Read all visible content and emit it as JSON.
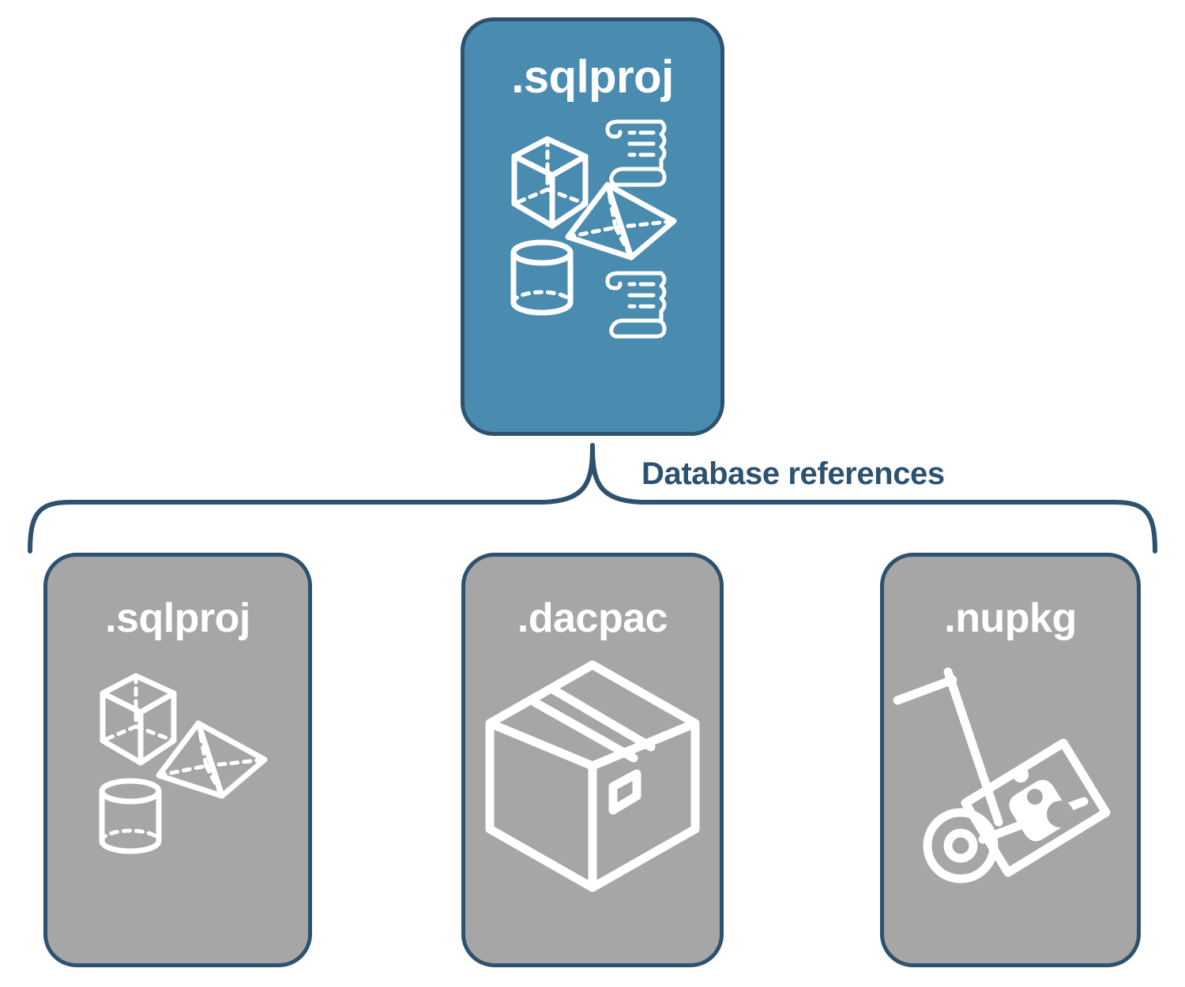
{
  "diagram": {
    "title": "Database references",
    "colors": {
      "primary_fill": "#4a8cb0",
      "secondary_fill": "#a6a6a6",
      "stroke": "#2d5270",
      "icon": "#ffffff",
      "background": "#ffffff"
    },
    "root": {
      "label": ".sqlproj",
      "kind": "primary",
      "icons": [
        "cube-wireframe-icon",
        "pyramid-wireframe-icon",
        "cylinder-wireframe-icon",
        "scroll-script-icon",
        "scroll-script-icon"
      ]
    },
    "connector": {
      "label": "Database references",
      "style": "brace"
    },
    "references": [
      {
        "label": ".sqlproj",
        "kind": "secondary",
        "icons": [
          "cube-wireframe-icon",
          "pyramid-wireframe-icon",
          "cylinder-wireframe-icon"
        ]
      },
      {
        "label": ".dacpac",
        "kind": "secondary",
        "icons": [
          "shipping-box-icon"
        ]
      },
      {
        "label": ".nupkg",
        "kind": "secondary",
        "icons": [
          "hand-truck-package-icon"
        ]
      }
    ]
  }
}
